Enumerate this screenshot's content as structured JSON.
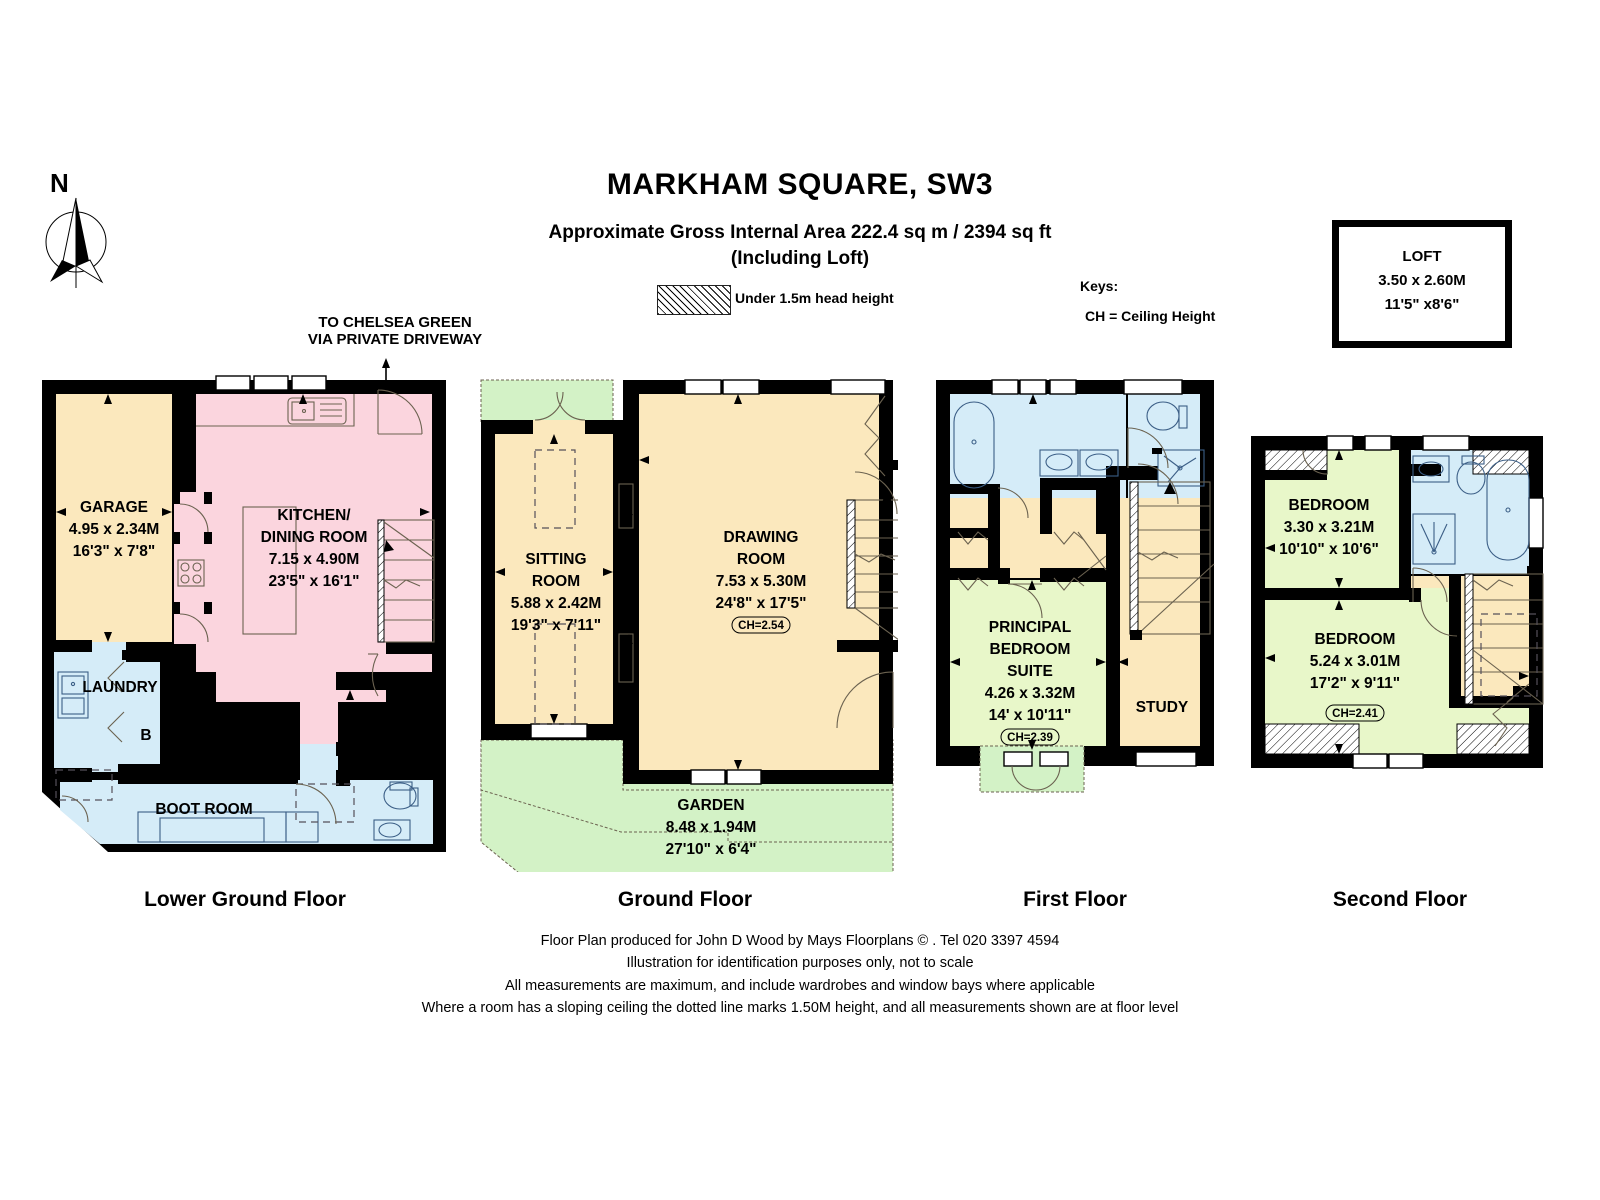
{
  "header": {
    "title": "MARKHAM SQUARE, SW3",
    "subtitle_line1": "Approximate Gross Internal Area 222.4 sq m  /  2394 sq ft",
    "subtitle_line2": "(Including Loft)",
    "hatch_legend_label": "Under 1.5m head height",
    "keys_label": "Keys:",
    "keys_ch": "CH  =   Ceiling Height",
    "compass_label": "N"
  },
  "loft_box": {
    "name": "LOFT",
    "dim_metric": "3.50 x 2.60M",
    "dim_imperial": "11'5\" x8'6\""
  },
  "annotations": {
    "driveway_line1": "TO CHELSEA GREEN",
    "driveway_line2": "VIA PRIVATE DRIVEWAY"
  },
  "floors": [
    {
      "caption": "Lower Ground Floor",
      "rooms": [
        {
          "name": "GARAGE",
          "dim_metric": "4.95 x 2.34M",
          "dim_imperial": "16'3\" x 7'8\"",
          "color": "#fbe8bd"
        },
        {
          "name": "KITCHEN/",
          "name2": "DINING ROOM",
          "dim_metric": "7.15 x 4.90M",
          "dim_imperial": "23'5\" x 16'1\"",
          "color": "#fbd5de"
        },
        {
          "name": "LAUNDRY",
          "color": "#d5ecf8"
        },
        {
          "name": "B",
          "color": "#d5ecf8"
        },
        {
          "name": "BOOT ROOM",
          "color": "#d5ecf8"
        }
      ]
    },
    {
      "caption": "Ground Floor",
      "rooms": [
        {
          "name": "SITTING",
          "name2": "ROOM",
          "dim_metric": "5.88 x 2.42M",
          "dim_imperial": "19'3\" x 7'11\"",
          "color": "#fbe8bd"
        },
        {
          "name": "DRAWING",
          "name2": "ROOM",
          "dim_metric": "7.53 x 5.30M",
          "dim_imperial": "24'8\" x 17'5\"",
          "ch": "CH=2.54",
          "color": "#fbe8bd"
        },
        {
          "name": "GARDEN",
          "dim_metric": "8.48 x 1.94M",
          "dim_imperial": "27'10\" x 6'4\"",
          "color": "#d3f2c6"
        }
      ]
    },
    {
      "caption": "First Floor",
      "rooms": [
        {
          "name": "PRINCIPAL",
          "name2": "BEDROOM",
          "name3": "SUITE",
          "dim_metric": "4.26 x 3.32M",
          "dim_imperial": "14' x 10'11\"",
          "ch": "CH=2.39",
          "color": "#e8f7c9"
        },
        {
          "name": "STUDY",
          "color": "#fbe8bd"
        }
      ]
    },
    {
      "caption": "Second Floor",
      "rooms": [
        {
          "name": "BEDROOM",
          "dim_metric": "3.30 x 3.21M",
          "dim_imperial": "10'10\" x 10'6\"",
          "color": "#e8f7c9"
        },
        {
          "name": "BEDROOM",
          "dim_metric": "5.24 x 3.01M",
          "dim_imperial": "17'2\" x 9'11\"",
          "ch": "CH=2.41",
          "color": "#e8f7c9"
        }
      ]
    }
  ],
  "footer": {
    "line1": "Floor Plan produced for John D Wood by Mays Floorplans  © . Tel 020 3397 4594",
    "line2": "Illustration for identification purposes only, not to scale",
    "line3": "All measurements are maximum, and include wardrobes and window bays where applicable",
    "line4": "Where a room has a sloping ceiling the dotted line marks 1.50M height, and all measurements shown are at floor level"
  },
  "colors": {
    "wall": "#000000",
    "cream": "#fbe8bd",
    "pink": "#fbd5de",
    "blue": "#d5ecf8",
    "green": "#d3f2c6",
    "light_green": "#e8f7c9"
  }
}
